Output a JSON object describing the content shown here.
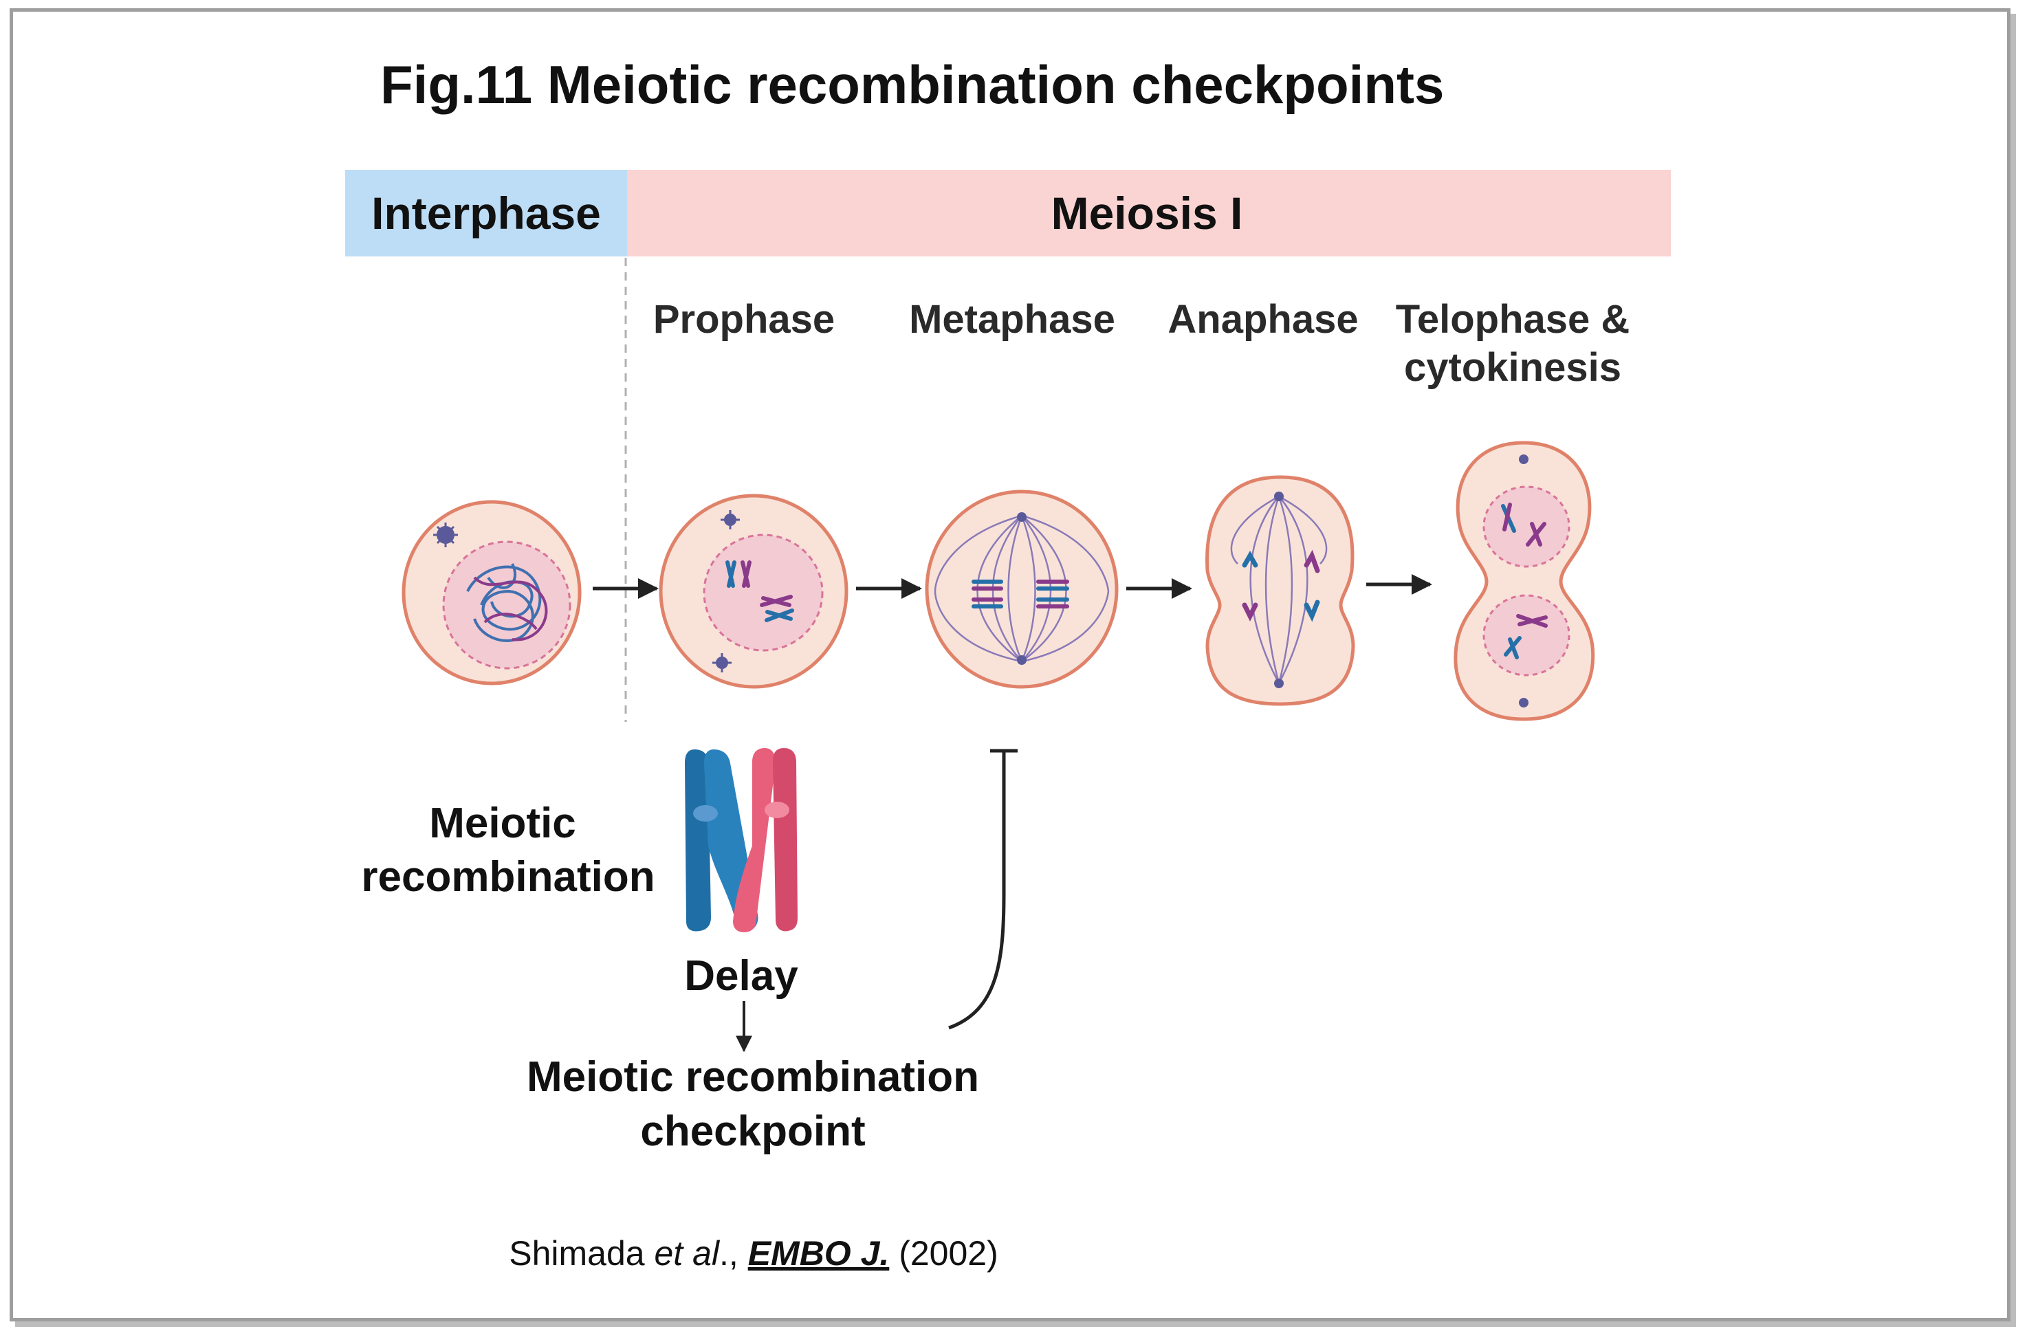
{
  "title": "Fig.11 Meiotic recombination checkpoints",
  "phase_bands": {
    "interphase": "Interphase",
    "meiosis": "Meiosis I"
  },
  "stages": {
    "prophase": "Prophase",
    "metaphase": "Metaphase",
    "anaphase": "Anaphase",
    "telophase_line1": "Telophase  &",
    "telophase_line2": "cytokinesis"
  },
  "labels": {
    "recombination_line1": "Meiotic",
    "recombination_line2": "recombination",
    "delay": "Delay",
    "checkpoint_line1": "Meiotic recombination",
    "checkpoint_line2": "checkpoint"
  },
  "citation": {
    "authors": "Shimada ",
    "etal": "et al",
    "sep": "., ",
    "journal": "EMBO J.",
    "year": " (2002)"
  },
  "colors": {
    "interphase_band": "#bddcf5",
    "meiosis_band": "#fad4d2",
    "cell_fill": "#f9e3d8",
    "cell_border": "#e0826a",
    "nucleus_fill": "#f3cbd2",
    "chromosome_blue": "#2570a8",
    "chromosome_pink": "#e05a7a"
  }
}
